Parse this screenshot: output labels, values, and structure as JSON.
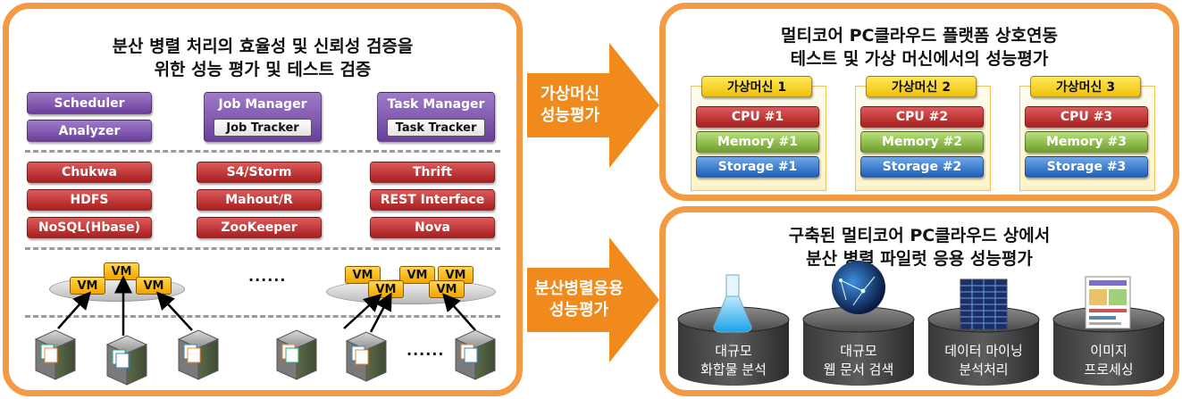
{
  "left_panel": {
    "title_line1": "분산 병렬 처리의 효율성 및 신뢰성 검증을",
    "title_line2": "위한 성능 평가 및 테스트 검증",
    "scheduler": "Scheduler",
    "analyzer": "Analyzer",
    "job_manager": "Job Manager",
    "job_tracker": "Job Tracker",
    "task_manager": "Task Manager",
    "task_tracker": "Task Tracker",
    "red_col1": [
      "Chukwa",
      "HDFS",
      "NoSQL(Hbase)"
    ],
    "red_col2": [
      "S4/Storm",
      "Mahout/R",
      "ZooKeeper"
    ],
    "red_col3": [
      "Thrift",
      "REST Interface",
      "Nova"
    ],
    "vm_label": "VM",
    "dots_mid": "......",
    "dots_bottom": "......"
  },
  "arrows": {
    "top_line1": "가상머신",
    "top_line2": "성능평가",
    "bottom_line1": "분산병렬응용",
    "bottom_line2": "성능평가"
  },
  "top_right_panel": {
    "title_line1": "멀티코어 PC클라우드 플랫폼 상호연동",
    "title_line2": "테스트 및 가상 머신에서의 성능평가",
    "machines": [
      {
        "name": "가상머신 1",
        "cpu": "CPU #1",
        "memory": "Memory #1",
        "storage": "Storage #1"
      },
      {
        "name": "가상머신 2",
        "cpu": "CPU #2",
        "memory": "Memory #2",
        "storage": "Storage #2"
      },
      {
        "name": "가상머신 3",
        "cpu": "CPU #3",
        "memory": "Memory #3",
        "storage": "Storage #3"
      }
    ]
  },
  "bottom_right_panel": {
    "title_line1": "구축된 멀티코어 PC클라우드 상에서",
    "title_line2": "분산 병렬  파일럿 응용 성능평가",
    "apps": [
      {
        "line1": "대규모",
        "line2": "화합물 분석",
        "icon": "flask-icon"
      },
      {
        "line1": "대규모",
        "line2": "웹 문서 검색",
        "icon": "globe-network-icon"
      },
      {
        "line1": "데이터 마이닝",
        "line2": "분석처리",
        "icon": "data-grid-icon"
      },
      {
        "line1": "이미지",
        "line2": "프로세싱",
        "icon": "image-document-icon"
      }
    ]
  },
  "colors": {
    "panel_border": "#f39a45",
    "arrow": "#f08a1c",
    "purple": "#7a4fae",
    "red": "#c0302f",
    "green": "#8fc146",
    "blue": "#3a7fd5",
    "yellow": "#ffd81a"
  }
}
